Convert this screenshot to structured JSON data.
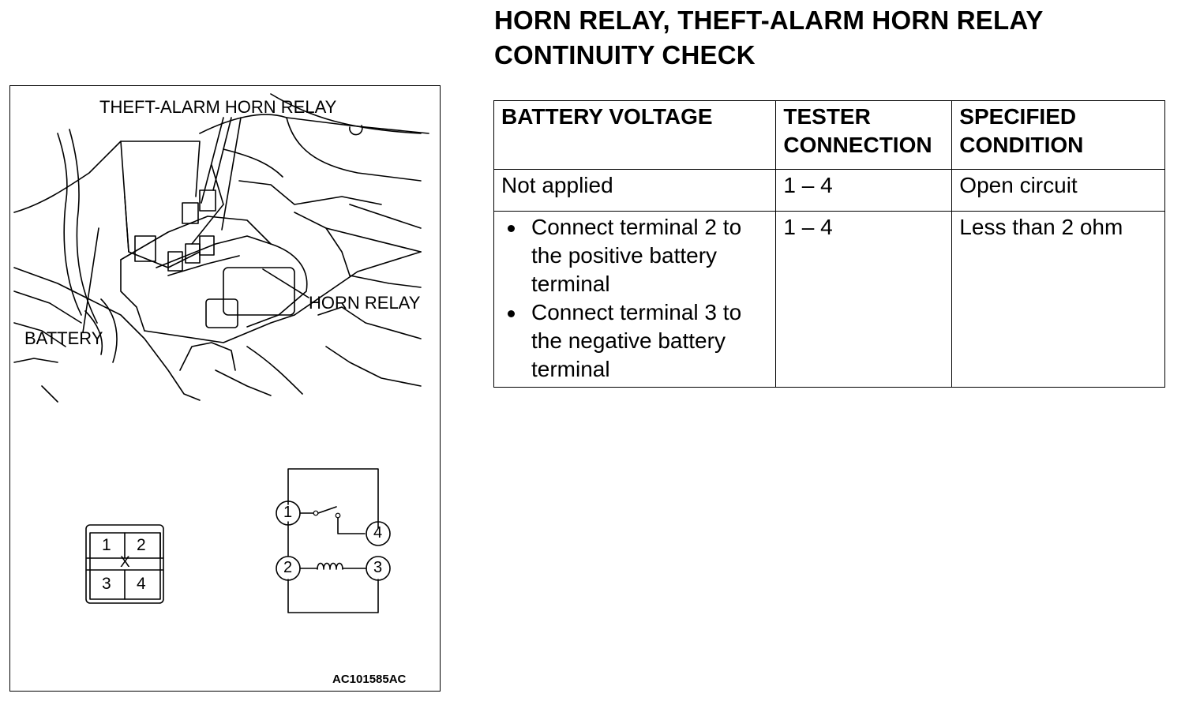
{
  "title": {
    "line1": "HORN RELAY, THEFT-ALARM HORN RELAY",
    "line2": "CONTINUITY CHECK"
  },
  "figure": {
    "labels": {
      "theft_alarm_horn_relay": "THEFT-ALARM HORN RELAY",
      "horn_relay": "HORN RELAY",
      "battery": "BATTERY"
    },
    "connector_terminals": [
      "1",
      "2",
      "3",
      "4"
    ],
    "connector_mark": "X",
    "schematic_terminals": [
      "1",
      "4",
      "2",
      "3"
    ],
    "figure_id": "AC101585AC"
  },
  "table": {
    "headers": {
      "battery_voltage": "BATTERY VOLTAGE",
      "tester_connection": "TESTER CONNECTION",
      "specified_condition": "SPECIFIED CONDITION"
    },
    "rows": [
      {
        "battery_voltage": "Not applied",
        "tester_connection": "1 – 4",
        "specified_condition": "Open circuit"
      },
      {
        "battery_voltage_items": [
          "Connect terminal 2 to the positive battery terminal",
          "Connect terminal 3 to the negative battery terminal"
        ],
        "tester_connection": "1 – 4",
        "specified_condition": "Less than 2 ohm"
      }
    ]
  }
}
